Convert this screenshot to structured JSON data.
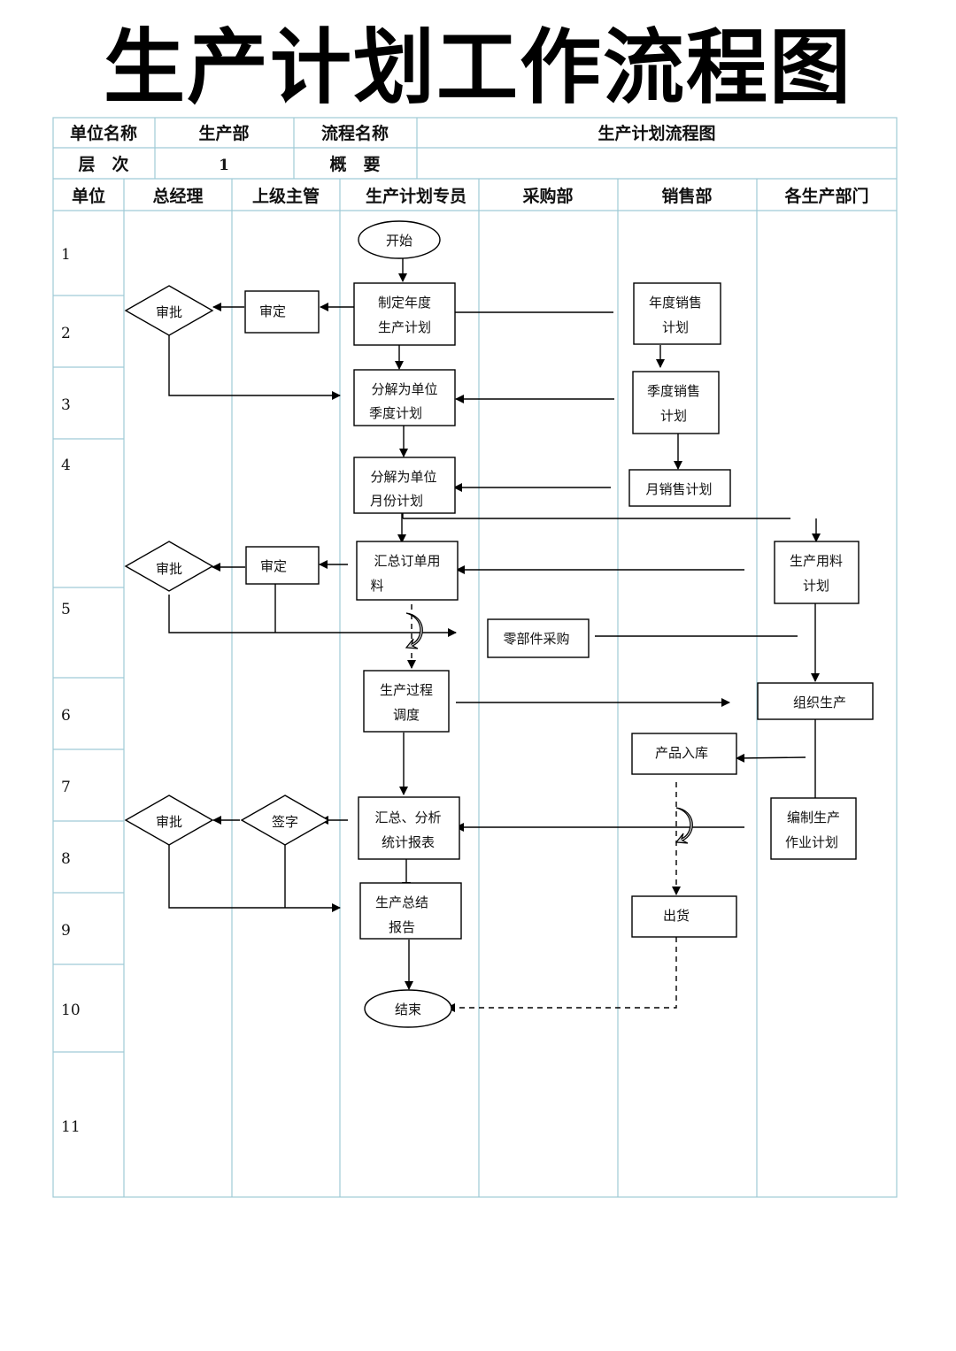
{
  "title": "生产计划工作流程图",
  "header": {
    "unit_name_label": "单位名称",
    "unit_name_value": "生产部",
    "process_name_label": "流程名称",
    "process_name_value": "生产计划流程图",
    "level_label": "层　次",
    "level_value": "1",
    "summary_label": "概　要",
    "summary_value": ""
  },
  "lanes": {
    "unit": "单位",
    "gm": "总经理",
    "supervisor": "上级主管",
    "planner": "生产计划专员",
    "purchasing": "采购部",
    "sales": "销售部",
    "production": "各生产部门"
  },
  "rows": [
    "1",
    "2",
    "3",
    "4",
    "5",
    "6",
    "7",
    "8",
    "9",
    "10",
    "11"
  ],
  "nodes": {
    "start": "开始",
    "annual_plan": [
      "制定年度",
      "生产计划"
    ],
    "annual_sales": [
      "年度销售",
      "计划"
    ],
    "review_1": "审定",
    "approve_1": "审批",
    "quarter_plan": [
      "分解为单位",
      "季度计划"
    ],
    "quarter_sales": [
      "季度销售",
      "计划"
    ],
    "month_plan": [
      "分解为单位",
      "月份计划"
    ],
    "month_sales": "月销售计划",
    "order_materials": [
      "汇总订单用",
      "料"
    ],
    "review_2": "审定",
    "approve_2": "审批",
    "material_use": [
      "生产用料",
      "计划"
    ],
    "parts_purchase": "零部件采购",
    "dispatch": [
      "生产过程",
      "调度"
    ],
    "organize": "组织生产",
    "warehousing": "产品入库",
    "stats_report": [
      "汇总、分析",
      "统计报表"
    ],
    "sign": "签字",
    "approve_3": "审批",
    "work_plan": [
      "编制生产",
      "作业计划"
    ],
    "summary_report": [
      "生产总结",
      "报告"
    ],
    "shipment": "出货",
    "end": "结束"
  }
}
